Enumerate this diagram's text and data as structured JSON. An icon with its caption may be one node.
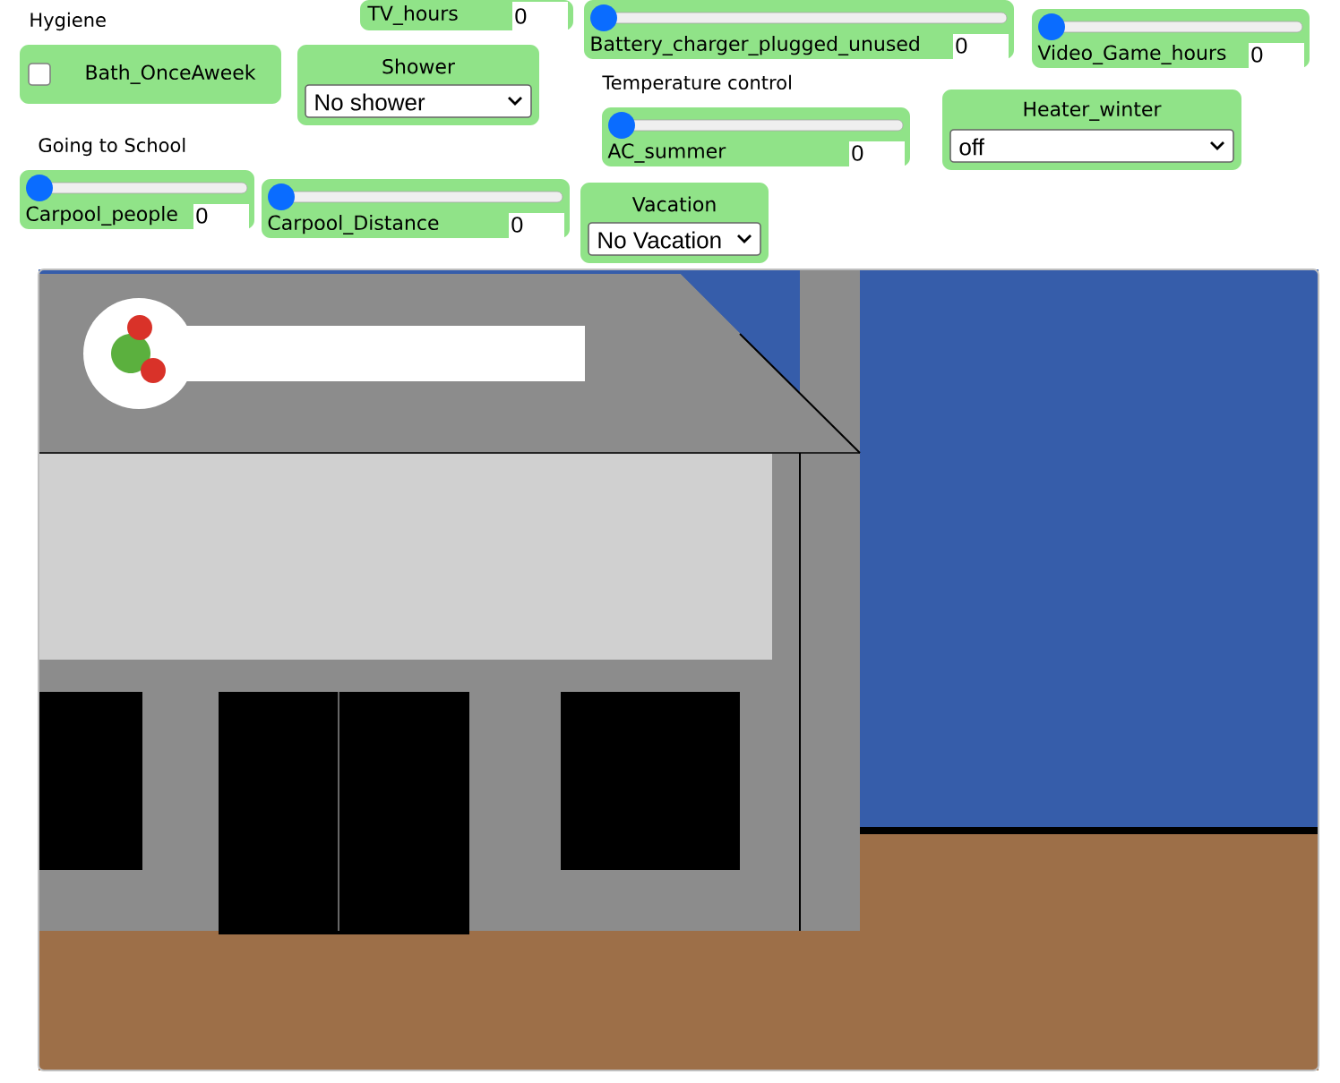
{
  "diagram": {
    "nodes": [
      {
        "text": [
          "TV_hours",
          "0"
        ]
      },
      {
        "text": [
          "Bath_OnceAweek"
        ]
      },
      {
        "text": [
          "Shower",
          "No shower"
        ]
      },
      {
        "text": [
          "Battery_charger_plugged_unused",
          "0"
        ]
      },
      {
        "text": [
          "Video_Game_hours",
          "0"
        ]
      },
      {
        "text": [
          "AC_summer",
          "0"
        ]
      },
      {
        "text": [
          "Heater_winter",
          "off"
        ]
      },
      {
        "text": [
          "Carpool_people",
          "0"
        ]
      },
      {
        "text": [
          "Carpool_Distance",
          "0"
        ]
      },
      {
        "text": [
          "Vacation",
          "No Vacation"
        ]
      }
    ],
    "labels": [
      "Hygiene",
      "Going to School",
      "Temperature control"
    ]
  }
}
